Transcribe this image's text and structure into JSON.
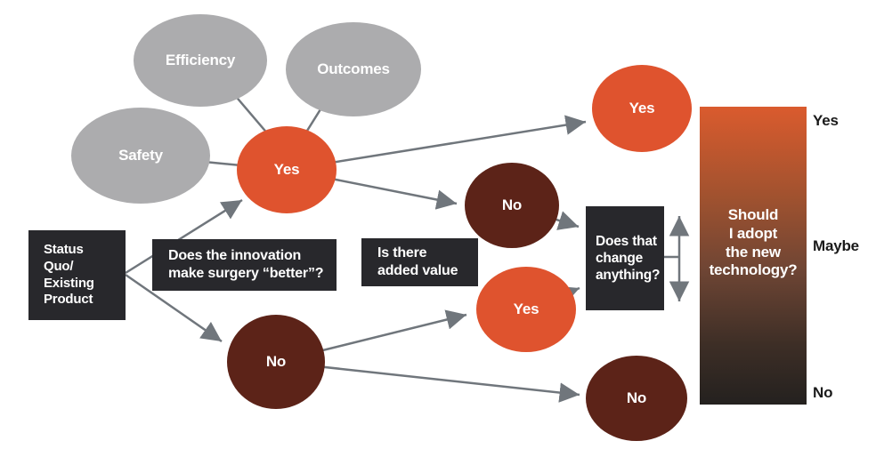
{
  "factors": [
    {
      "label": "Efficiency"
    },
    {
      "label": "Outcomes"
    },
    {
      "label": "Safety"
    }
  ],
  "start": {
    "label": "Status\nQuo/\nExisting\nProduct"
  },
  "questions": {
    "better": {
      "label": "Does the innovation\nmake surgery “better”?"
    },
    "added_value": {
      "label": "Is there\nadded value"
    },
    "change": {
      "label": "Does that\nchange\nanything?"
    }
  },
  "decisions": {
    "better_yes": {
      "label": "Yes"
    },
    "better_no": {
      "label": "No"
    },
    "value_no": {
      "label": "No"
    },
    "value_yes": {
      "label": "Yes"
    },
    "final_yes": {
      "label": "Yes"
    },
    "final_no": {
      "label": "No"
    }
  },
  "result": {
    "question": "Should\nI adopt\nthe new\ntechnology?",
    "scale": [
      {
        "label": "Yes"
      },
      {
        "label": "Maybe"
      },
      {
        "label": "No"
      }
    ]
  },
  "colors": {
    "orange": "#DF532E",
    "maroon": "#5C2318",
    "factor_gray": "#ACACAE",
    "box_black": "#28282C",
    "arrow_gray": "#70767C",
    "bar_top": "#DA5B2E",
    "bar_bottom": "#24211F"
  }
}
